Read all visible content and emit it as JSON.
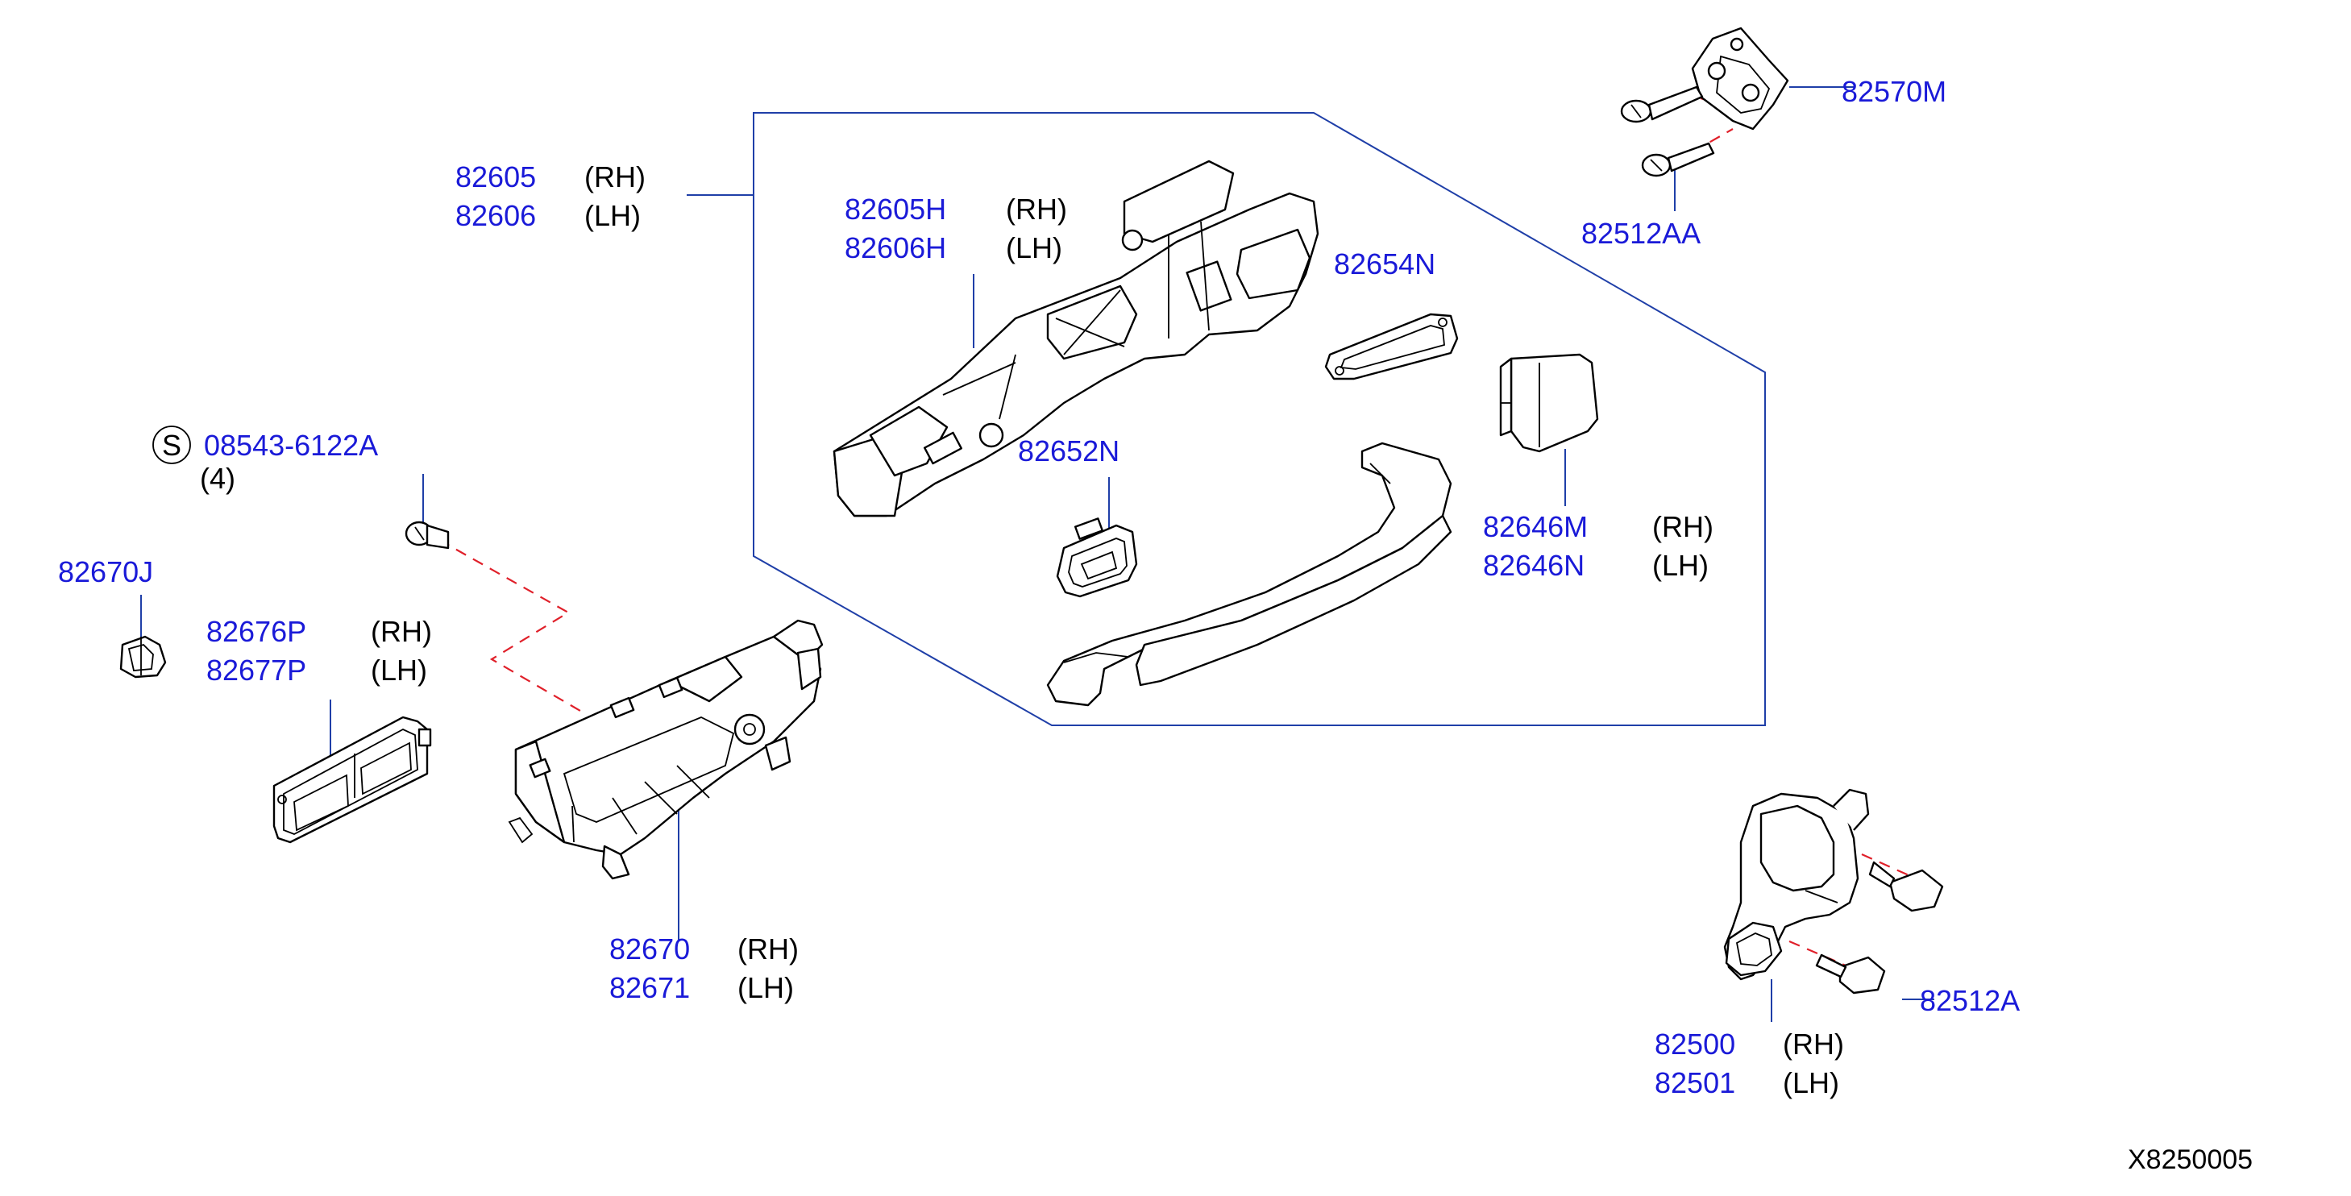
{
  "colors": {
    "part_number": "#1a1ad8",
    "text": "#000000",
    "leader_line": "#1f3fa8",
    "dashed_guide": "#e0202a"
  },
  "labels": {
    "p82605": "82605",
    "p82605_side": "(RH)",
    "p82606": "82606",
    "p82606_side": "(LH)",
    "p82605H": "82605H",
    "p82605H_side": "(RH)",
    "p82606H": "82606H",
    "p82606H_side": "(LH)",
    "p82654N": "82654N",
    "p82652N": "82652N",
    "p82646M": "82646M",
    "p82646M_side": "(RH)",
    "p82646N": "82646N",
    "p82646N_side": "(LH)",
    "p82570M": "82570M",
    "p82512AA": "82512AA",
    "s_symbol": "S",
    "p08543": "08543-6122A",
    "p08543_qty": "(4)",
    "p82670J": "82670J",
    "p82676P": "82676P",
    "p82676P_side": "(RH)",
    "p82677P": "82677P",
    "p82677P_side": "(LH)",
    "p82670": "82670",
    "p82670_side": "(RH)",
    "p82671": "82671",
    "p82671_side": "(LH)",
    "p82512A": "82512A",
    "p82500": "82500",
    "p82500_side": "(RH)",
    "p82501": "82501",
    "p82501_side": "(LH)",
    "diagram_code": "X8250005"
  }
}
